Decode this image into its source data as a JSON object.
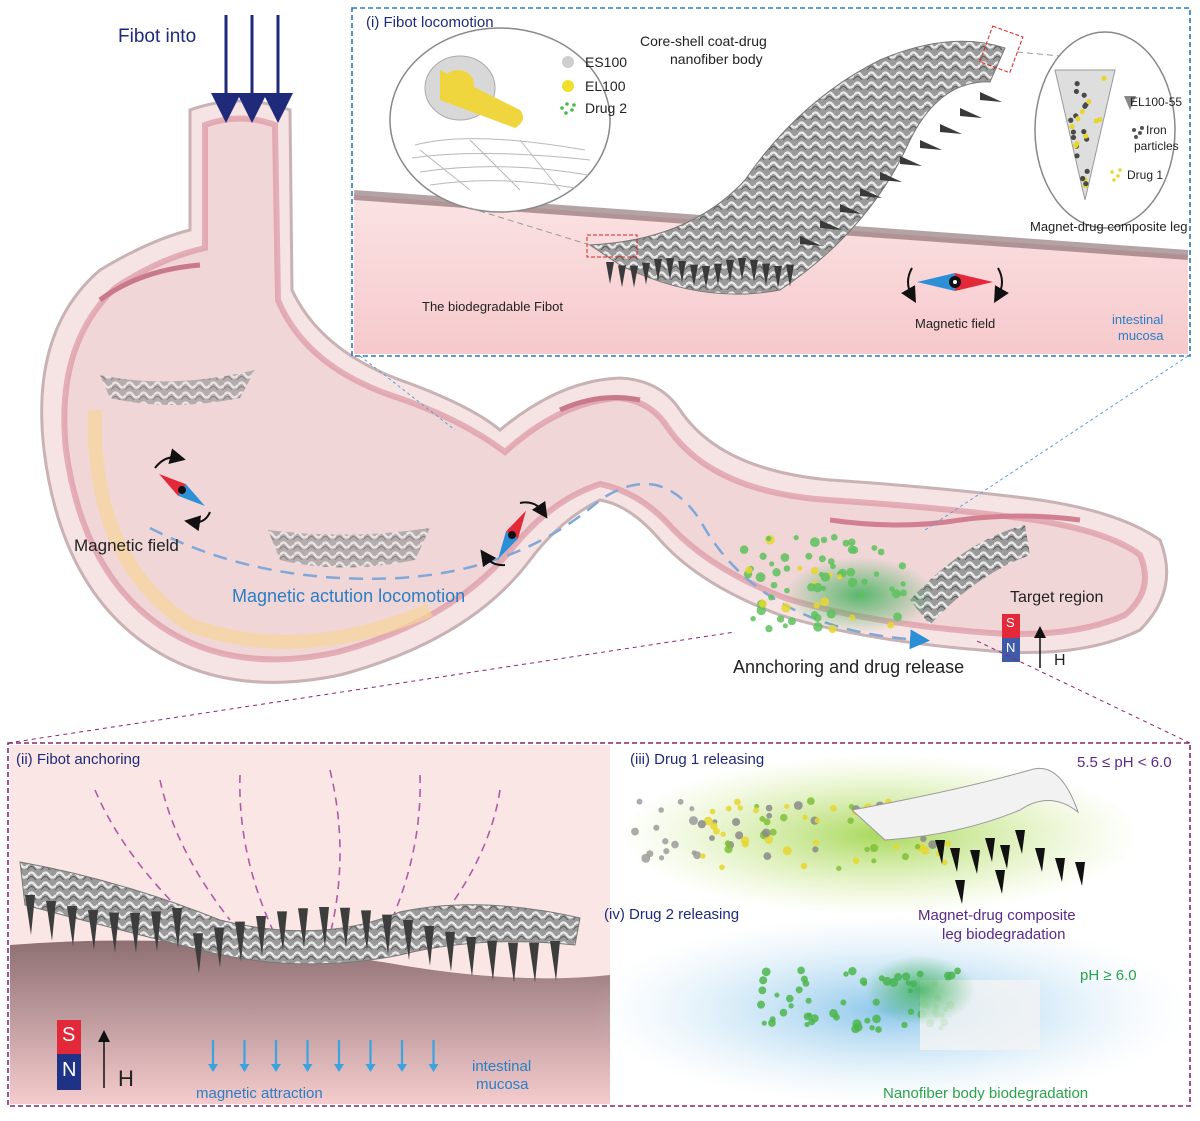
{
  "colors": {
    "stomach_fill": "#f3dcdd",
    "stomach_wall": "#d98b99",
    "mucosa": "#e9b8bc",
    "panel1_border": "#2a78c0",
    "panel2_border": "#8a2670",
    "blue_text": "#2a7ec4",
    "navy_text": "#1f2a7a",
    "drug_green": "#4cba4c",
    "drug_yellow": "#e7d62e",
    "magnet_red": "#e3283a",
    "magnet_blue": "#2d5aa6"
  },
  "top": {
    "fibot_into": "Fibot into"
  },
  "overview": {
    "magnetic_field": "Magnetic field",
    "locomotion": "Magnetic actution locomotion",
    "target_region": "Target region",
    "anchoring_release": "Annchoring and drug release",
    "magnet_s": "S",
    "magnet_n": "N",
    "h_label": "H"
  },
  "panel_i": {
    "title": "(i)   Fibot locomotion",
    "core_shell": "Core-shell coat-drug",
    "core_shell2": "nanofiber body",
    "es100": "ES100",
    "el100": "EL100",
    "drug2": "Drug 2",
    "el100_55": "EL100-55",
    "iron1": "Iron",
    "iron2": "particles",
    "drug1": "Drug 1",
    "leg": "Magnet-drug composite leg",
    "biodegradable": "The biodegradable Fibot",
    "magnetic_field": "Magnetic field",
    "intestinal1": "intestinal",
    "intestinal2": "mucosa"
  },
  "panel_ii": {
    "title": "(ii) Fibot anchoring",
    "magnetic_attraction": "magnetic attraction",
    "intestinal1": "intestinal",
    "intestinal2": "mucosa",
    "magnet_s": "S",
    "magnet_n": "N",
    "h_label": "H"
  },
  "panel_iii": {
    "title": "(iii) Drug 1 releasing",
    "ph": "5.5 ≤ pH < 6.0",
    "leg1": "Magnet-drug composite",
    "leg2": "leg biodegradation"
  },
  "panel_iv": {
    "title": "(iv) Drug 2 releasing",
    "ph": "pH ≥ 6.0",
    "body": "Nanofiber body biodegradation"
  }
}
